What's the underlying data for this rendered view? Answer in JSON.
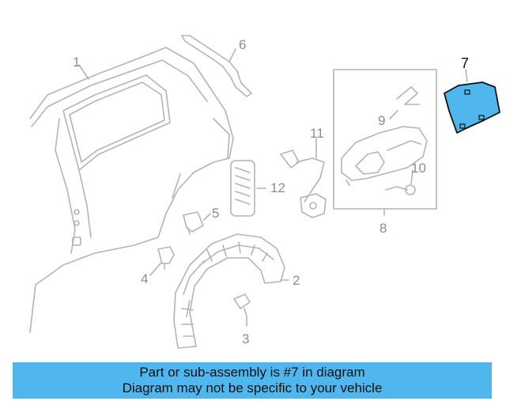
{
  "diagram": {
    "callouts": {
      "c1": "1",
      "c2": "2",
      "c3": "3",
      "c4": "4",
      "c5": "5",
      "c6": "6",
      "c7": "7",
      "c8": "8",
      "c9": "9",
      "c10": "10",
      "c11": "11",
      "c12": "12"
    },
    "highlight_part": "7",
    "colors": {
      "line": "#b4b4b4",
      "highlight_fill": "#4fb6ee",
      "highlight_stroke": "#111111",
      "banner": "#4fb6ee"
    }
  },
  "banner": {
    "line1": "Part or sub-assembly is #7 in diagram",
    "line2": "Diagram may not be specific to your vehicle"
  }
}
